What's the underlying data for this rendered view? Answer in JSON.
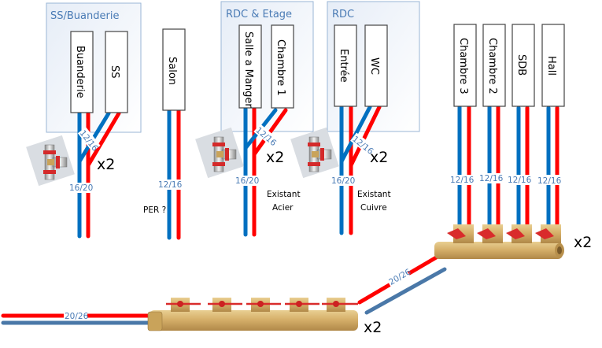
{
  "colors": {
    "hot": "#ff0000",
    "cold": "#0070c0",
    "cold_main": "#4a78a8",
    "zone_border": "#9ab6d6",
    "label_text": "#4a7bb5"
  },
  "zones": [
    {
      "title": "SS/Buanderie"
    },
    {
      "title": "RDC & Etage"
    },
    {
      "title": "RDC"
    }
  ],
  "rooms": [
    {
      "label": "Buanderie"
    },
    {
      "label": "SS"
    },
    {
      "label": "Salon"
    },
    {
      "label": "Salle a Manger"
    },
    {
      "label": "Chambre 1"
    },
    {
      "label": "Entrée"
    },
    {
      "label": "WC"
    },
    {
      "label": "Chambre 3"
    },
    {
      "label": "Chambre 2"
    },
    {
      "label": "SDB"
    },
    {
      "label": "Hall"
    }
  ],
  "dimensions": {
    "branch": "12/16",
    "riser": "16/20",
    "main": "20/26"
  },
  "notes": {
    "salon": "PER ?",
    "salle_line1": "Existant",
    "salle_line2": "Acier",
    "entree_line1": "Existant",
    "entree_line2": "Cuivre"
  },
  "multipliers": {
    "tee1": "x2",
    "tee2": "x2",
    "tee3": "x2",
    "manifold_small": "x2",
    "manifold_large": "x2"
  },
  "icons": {
    "tee_fitting": "tee-fitting-icon",
    "manifold_4": "manifold-4-valve-icon",
    "manifold_5": "manifold-5-valve-icon"
  }
}
